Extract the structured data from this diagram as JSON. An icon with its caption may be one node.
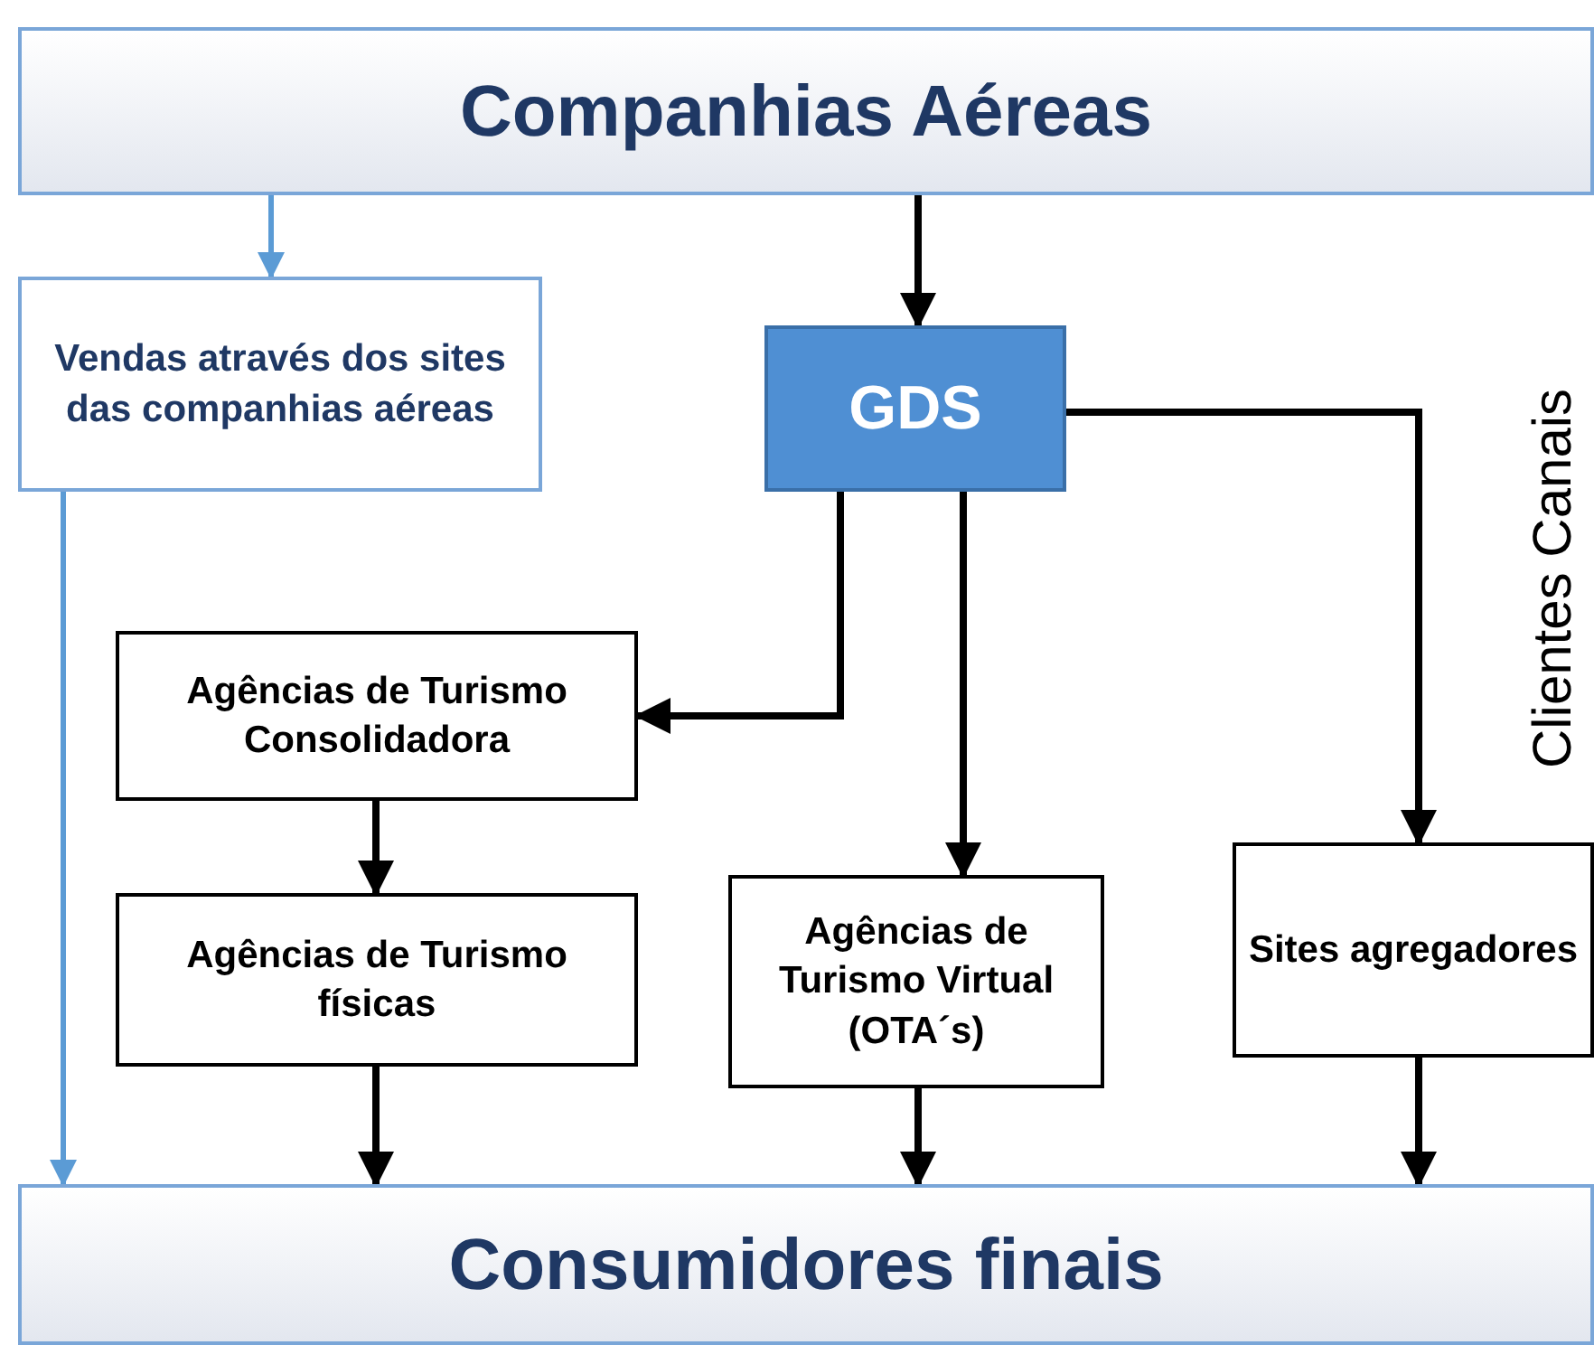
{
  "diagram": {
    "nodes": [
      {
        "text": [
          "Companhias Aéreas"
        ]
      },
      {
        "text": [
          "Vendas através dos sites das companhias aéreas"
        ]
      },
      {
        "text": [
          "GDS"
        ]
      },
      {
        "text": [
          "Agências de Turismo Consolidadora"
        ]
      },
      {
        "text": [
          "Agências de Turismo físicas"
        ]
      },
      {
        "text": [
          "Agências de Turismo Virtual (OTA´s)"
        ]
      },
      {
        "text": [
          "Sites agregadores"
        ]
      },
      {
        "text": [
          "Consumidores finais"
        ]
      }
    ],
    "edges": [
      {
        "from": 0,
        "to": 1,
        "arrow": "to",
        "color": "#5b9bd5"
      },
      {
        "from": 0,
        "to": 2,
        "arrow": "to"
      },
      {
        "from": 1,
        "to": 7,
        "arrow": "to",
        "color": "#5b9bd5"
      },
      {
        "from": 2,
        "to": 3,
        "arrow": "to"
      },
      {
        "from": 2,
        "to": 5,
        "arrow": "to"
      },
      {
        "from": 2,
        "to": 6,
        "arrow": "to"
      },
      {
        "from": 3,
        "to": 4,
        "arrow": "to"
      },
      {
        "from": 4,
        "to": 7,
        "arrow": "to"
      },
      {
        "from": 5,
        "to": 7,
        "arrow": "to"
      },
      {
        "from": 6,
        "to": 7,
        "arrow": "to"
      }
    ],
    "labels": [
      "Clientes Canais"
    ]
  }
}
